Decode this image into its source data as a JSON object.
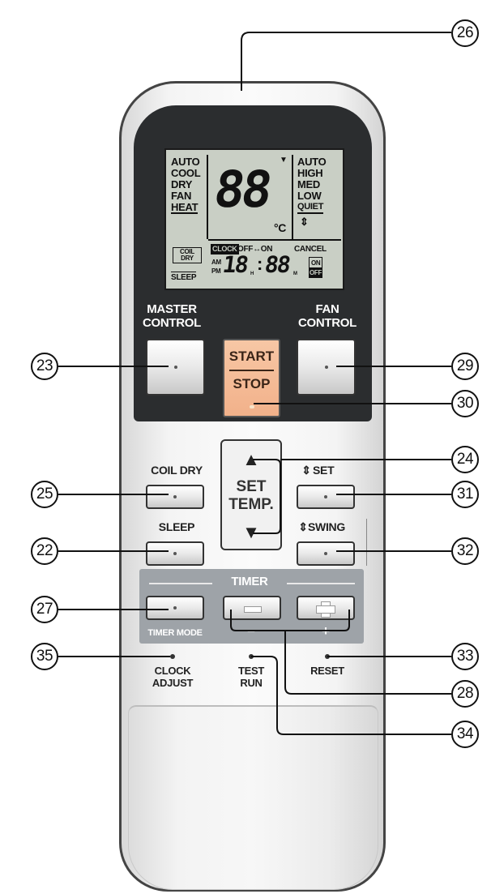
{
  "lcd": {
    "modes": [
      "AUTO",
      "COOL",
      "DRY",
      "FAN",
      "HEAT"
    ],
    "fan_speeds": [
      "AUTO",
      "HIGH",
      "MED",
      "LOW",
      "QUIET"
    ],
    "temp_digits": "88",
    "temp_unit": "°C",
    "coil_dry": "COIL DRY",
    "sleep": "SLEEP",
    "clock": "CLOCK",
    "off_on": "OFF↔ON",
    "cancel": "CANCEL",
    "am": "AM",
    "pm": "PM",
    "time_digits_h": "18",
    "h_suffix": "H",
    "time_digits_m": "88",
    "m_suffix": "M",
    "on_label": "ON",
    "off_label": "OFF",
    "signal_glyph": "▼",
    "swing_glyph": "⇕"
  },
  "labels": {
    "master_control_1": "MASTER",
    "master_control_2": "CONTROL",
    "fan_control_1": "FAN",
    "fan_control_2": "CONTROL",
    "start": "START",
    "stop": "STOP",
    "coil_dry": "COIL DRY",
    "sleep": "SLEEP",
    "set_temp_1": "SET",
    "set_temp_2": "TEMP.",
    "set": "SET",
    "swing": "SWING",
    "timer": "TIMER",
    "timer_mode": "TIMER MODE",
    "minus": "−",
    "plus": "+",
    "clock_adjust_1": "CLOCK",
    "clock_adjust_2": "ADJUST",
    "test_run_1": "TEST",
    "test_run_2": "RUN",
    "reset": "RESET",
    "up_arrow": "▲",
    "down_arrow": "▼",
    "set_glyph": "⇕",
    "swing_glyph": "⇕"
  },
  "callouts": [
    "26",
    "23",
    "29",
    "30",
    "24",
    "25",
    "31",
    "22",
    "32",
    "27",
    "35",
    "33",
    "28",
    "34"
  ]
}
